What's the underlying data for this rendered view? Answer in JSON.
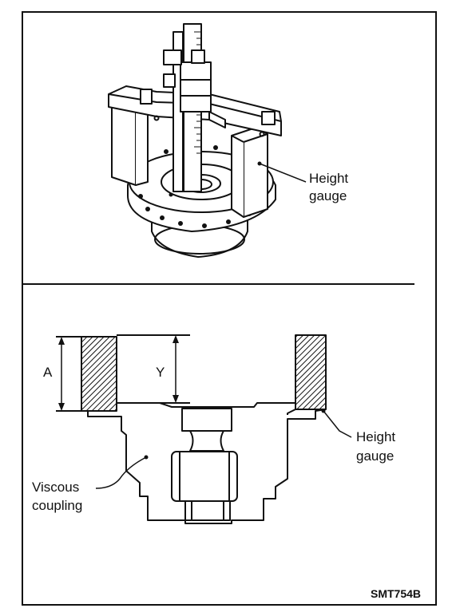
{
  "labels": {
    "top_height_gauge_line1": "Height",
    "top_height_gauge_line2": "gauge",
    "dim_a": "A",
    "dim_y": "Y",
    "bottom_height_gauge_line1": "Height",
    "bottom_height_gauge_line2": "gauge",
    "viscous_line1": "Viscous",
    "viscous_line2": "coupling"
  },
  "figure_code": "SMT754B",
  "colors": {
    "ink": "#111111",
    "paper": "#ffffff"
  }
}
